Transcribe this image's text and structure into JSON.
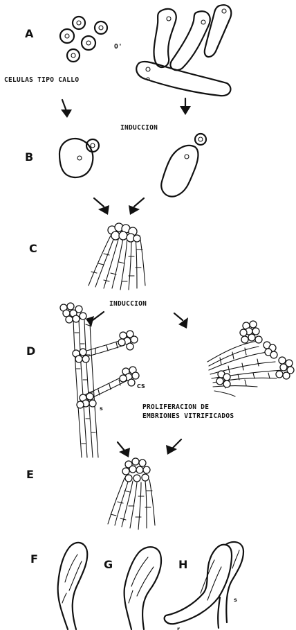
{
  "labels": {
    "A": "A",
    "B": "B",
    "C": "C",
    "D": "D",
    "E": "E",
    "F": "F",
    "G": "G",
    "H": "H",
    "o": "O'",
    "cs": "CS",
    "s_small": "s",
    "r": "r",
    "s": "s"
  },
  "captions": {
    "callus": "CELULAS TIPO CALLO",
    "induction_1": "INDUCCION",
    "induction_2": "INDUCCION",
    "proliferation_line1": "PROLIFERACION DE",
    "proliferation_line2": "EMBRIONES VITRIFICADOS"
  }
}
